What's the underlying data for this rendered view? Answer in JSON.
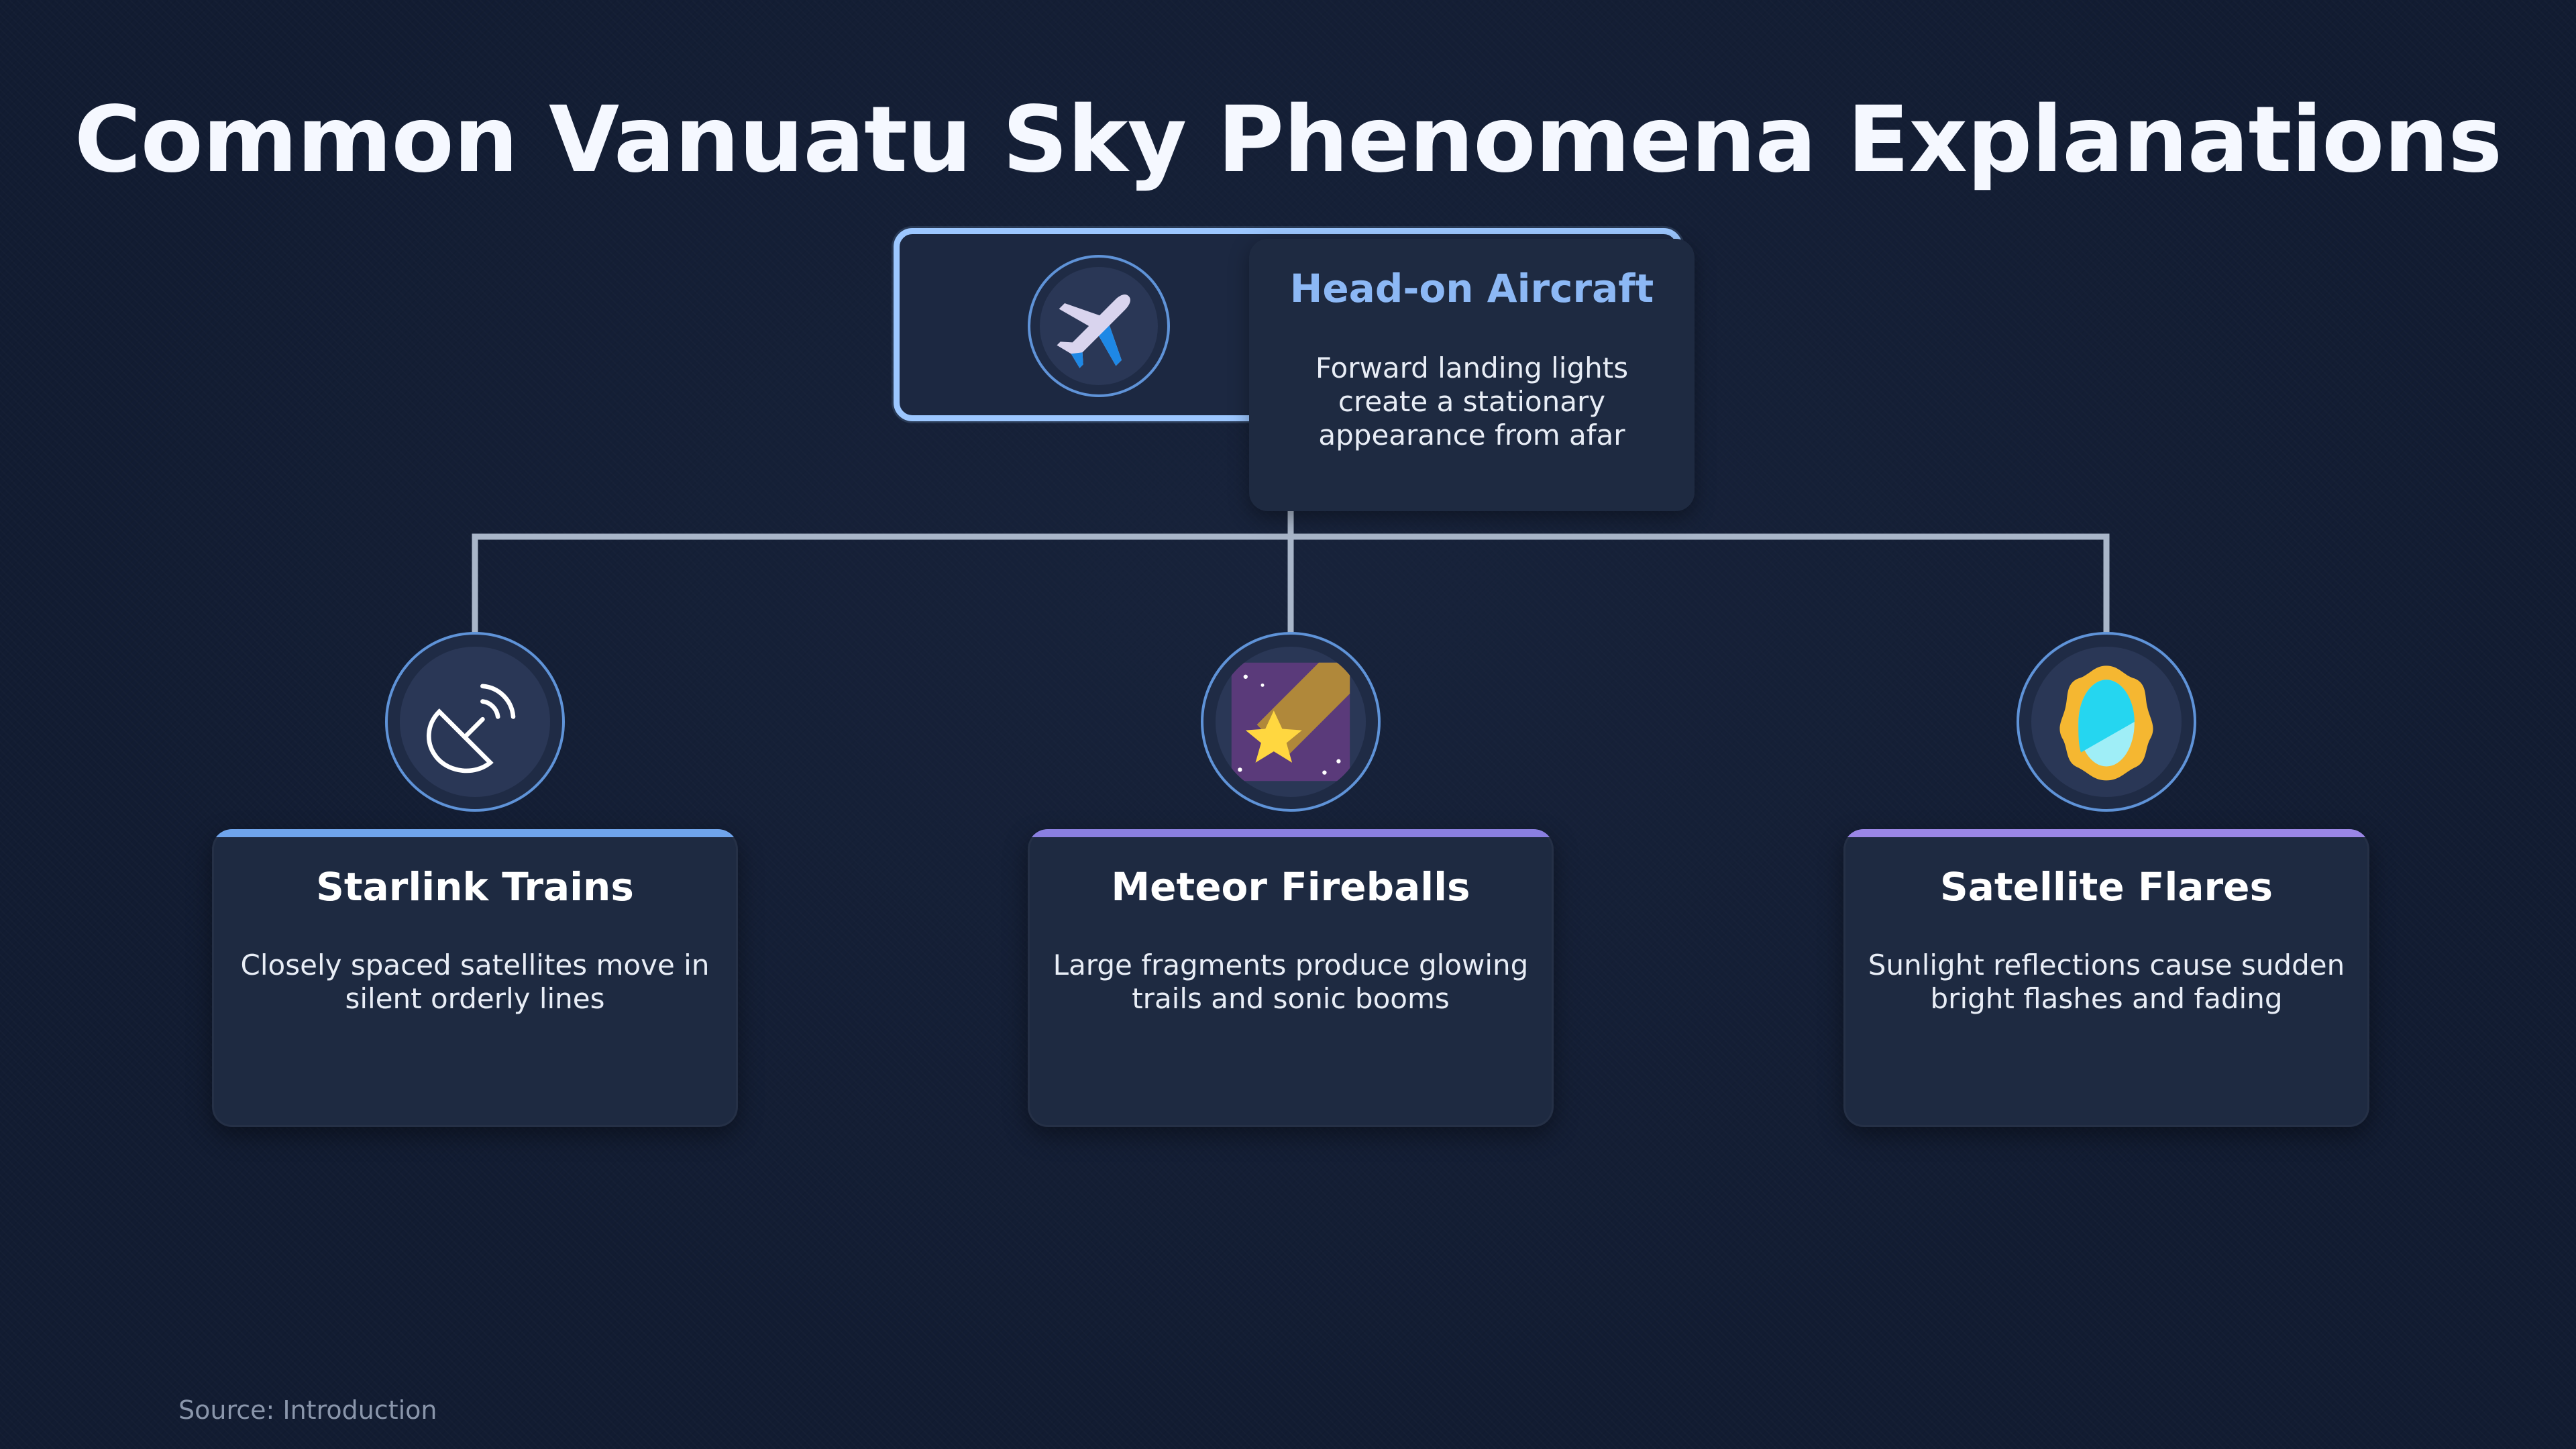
{
  "title": "Common Vanuatu Sky Phenomena Explanations",
  "root": {
    "heading": "Head-on Aircraft",
    "description": "Forward landing lights create a stationary appearance from afar",
    "icon": "airplane-icon"
  },
  "children": [
    {
      "heading": "Starlink Trains",
      "description": "Closely spaced satellites move in silent orderly lines",
      "icon": "satellite-dish-icon",
      "accent": "#6fa4ec"
    },
    {
      "heading": "Meteor Fireballs",
      "description": "Large fragments produce glowing trails and sonic booms",
      "icon": "shooting-star-icon",
      "accent": "#8a7fe0"
    },
    {
      "heading": "Satellite Flares",
      "description": "Sunlight reflections cause sudden bright flashes and fading",
      "icon": "mirror-icon",
      "accent": "#9a86e6"
    }
  ],
  "source": "Source: Introduction",
  "colors": {
    "background": "#121c32",
    "card": "#1e2a41",
    "root_border": "#9cc7ff",
    "root_heading": "#8cb8f5",
    "connector": "#a9b6c9",
    "icon_ring": "#5f93d8"
  }
}
